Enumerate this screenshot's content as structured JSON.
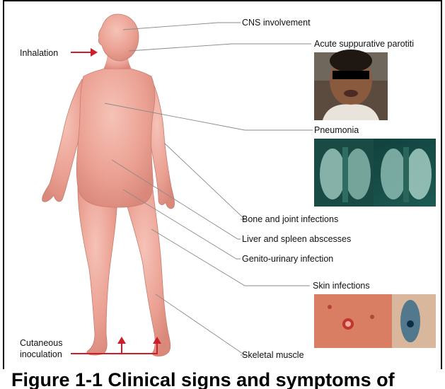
{
  "figure": {
    "labels": {
      "cns": "CNS involvement",
      "parotitis": "Acute suppurative parotiti",
      "inhalation": "Inhalation",
      "pneumonia": "Pneumonia",
      "bone_joint": "Bone and joint infections",
      "liver_spleen": "Liver and spleen abscesses",
      "genito_urinary": "Genito-urinary infection",
      "skin": "Skin infections",
      "cutaneous_line1": "Cutaneous",
      "cutaneous_line2": "inoculation",
      "skeletal_muscle": "Skeletal muscle"
    },
    "colors": {
      "body_fill": "#ea9d8f",
      "arrow": "#cc1f27",
      "leader": "#8a8a8a"
    }
  },
  "caption": {
    "text": "Figure 1-1 Clinical signs and symptoms of"
  }
}
